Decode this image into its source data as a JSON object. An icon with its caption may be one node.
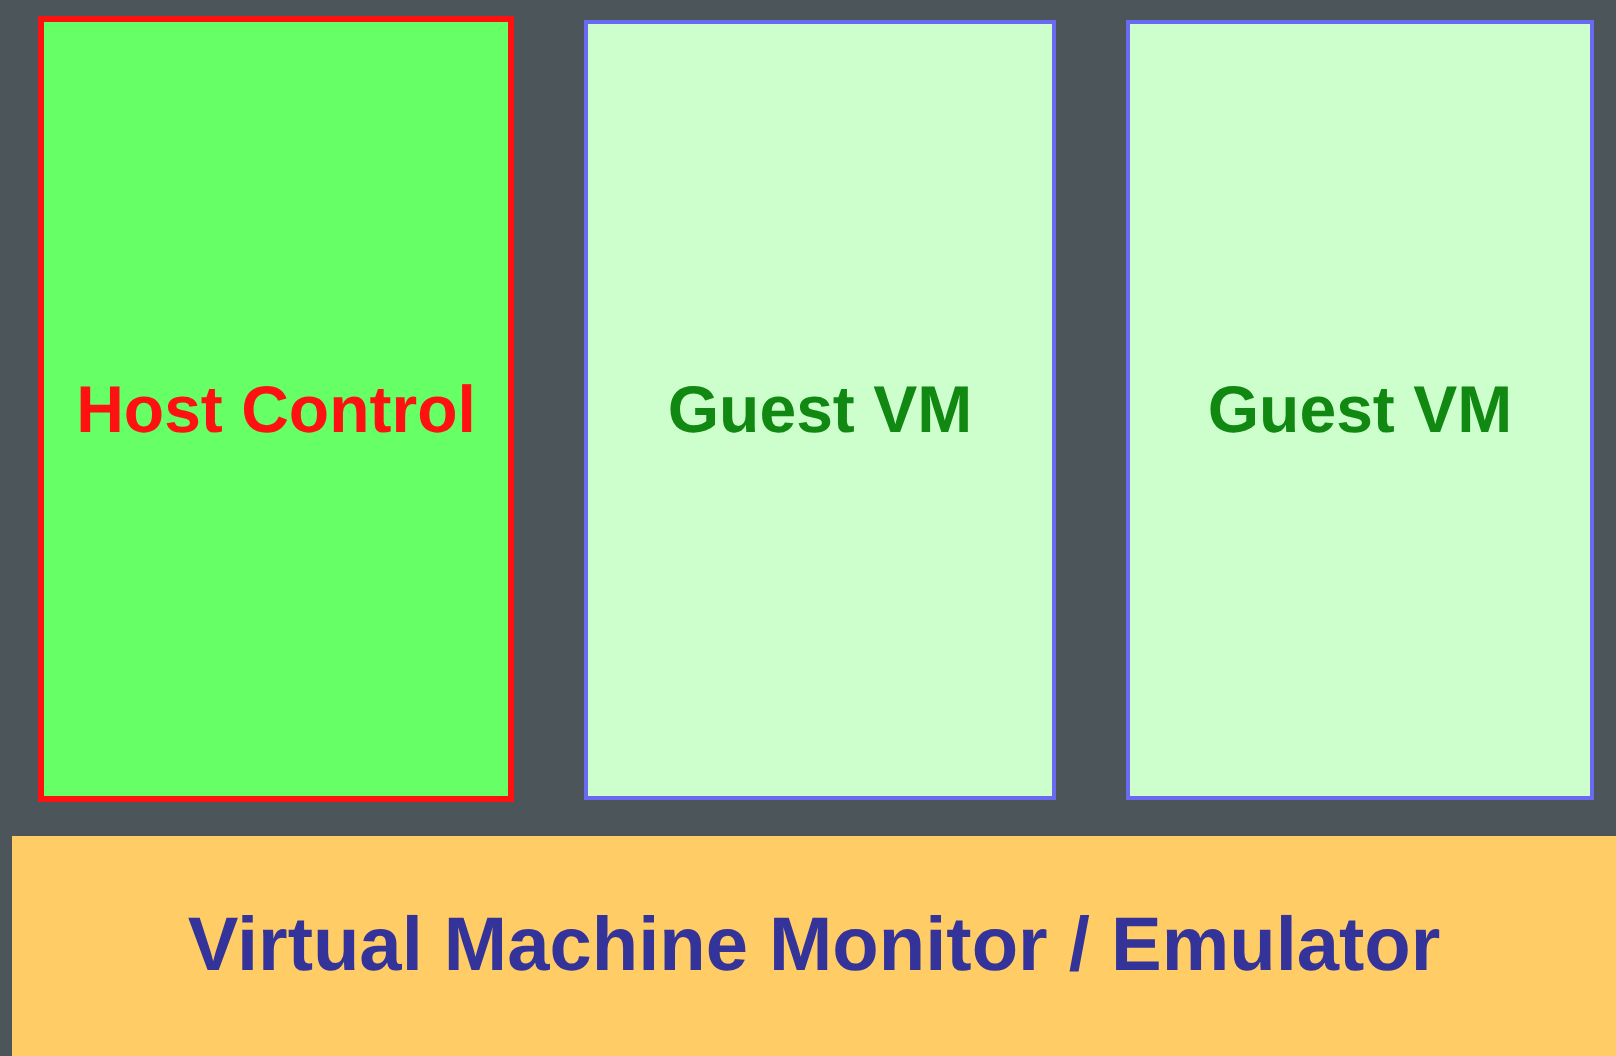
{
  "diagram": {
    "nodes": [
      {
        "text": [
          "Host Control"
        ]
      },
      {
        "text": [
          "Guest VM"
        ]
      },
      {
        "text": [
          "Guest VM"
        ]
      },
      {
        "text": [
          "Virtual Machine Monitor / Emulator"
        ]
      }
    ]
  }
}
